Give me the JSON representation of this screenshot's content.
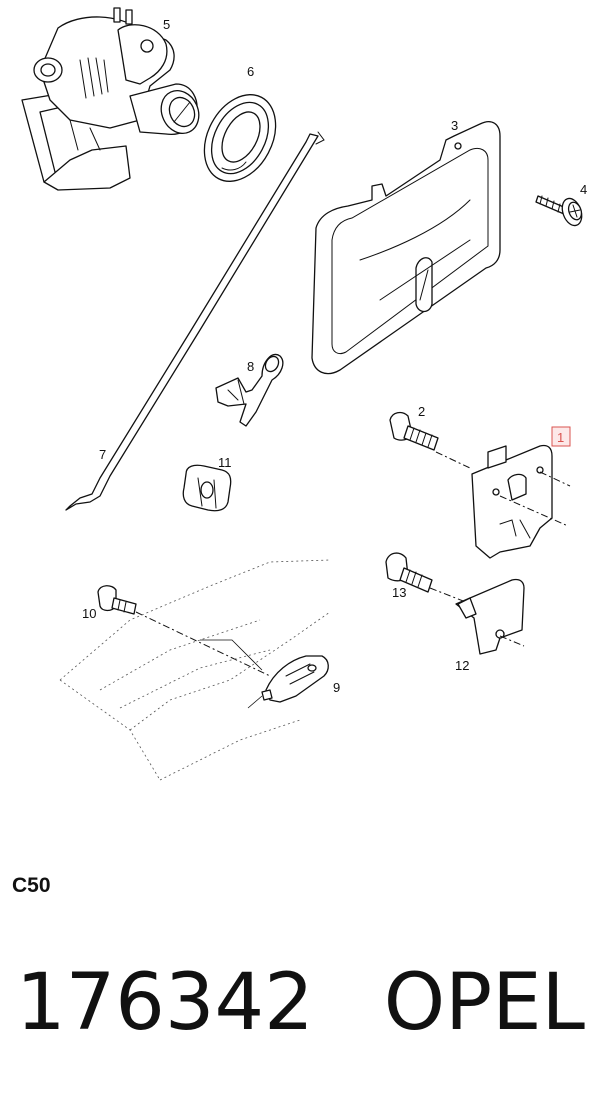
{
  "diagram": {
    "callouts": {
      "c1": "1",
      "c2": "2",
      "c3": "3",
      "c4": "4",
      "c5": "5",
      "c6": "6",
      "c7": "7",
      "c8": "8",
      "c9": "9",
      "c10": "10",
      "c11": "11",
      "c12": "12",
      "c13": "13"
    },
    "highlighted_callout": "1",
    "highlight_color": "#d9534f"
  },
  "section_code": "C50",
  "footer": {
    "part_number": "176342",
    "brand": "OPEL"
  }
}
